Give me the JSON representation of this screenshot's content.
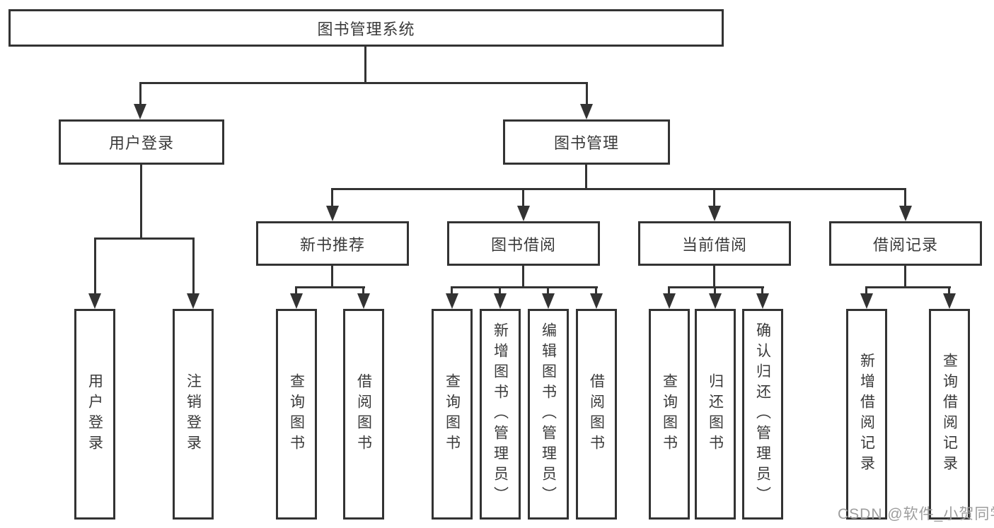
{
  "tree": {
    "label": "图书管理系统",
    "children": [
      {
        "label": "用户登录",
        "children": [
          {
            "label": "用户登录"
          },
          {
            "label": "注销登录"
          }
        ]
      },
      {
        "label": "图书管理",
        "children": [
          {
            "label": "新书推荐",
            "children": [
              {
                "label": "查询图书"
              },
              {
                "label": "借阅图书"
              }
            ]
          },
          {
            "label": "图书借阅",
            "children": [
              {
                "label": "查询图书"
              },
              {
                "label": "新增图书（管理员）"
              },
              {
                "label": "编辑图书（管理员）"
              },
              {
                "label": "借阅图书"
              }
            ]
          },
          {
            "label": "当前借阅",
            "children": [
              {
                "label": "查询图书"
              },
              {
                "label": "归还图书"
              },
              {
                "label": "确认归还（管理员）"
              }
            ]
          },
          {
            "label": "借阅记录",
            "children": [
              {
                "label": "新增借阅记录"
              },
              {
                "label": "查询借阅记录"
              }
            ]
          }
        ]
      }
    ]
  },
  "watermark": {
    "text": "CSDN @软件_小贺同学",
    "color": "#9d9d9d"
  },
  "colors": {
    "line": "#333333",
    "border": "#333333",
    "text": "#3a3a3a",
    "background": "#ffffff"
  }
}
